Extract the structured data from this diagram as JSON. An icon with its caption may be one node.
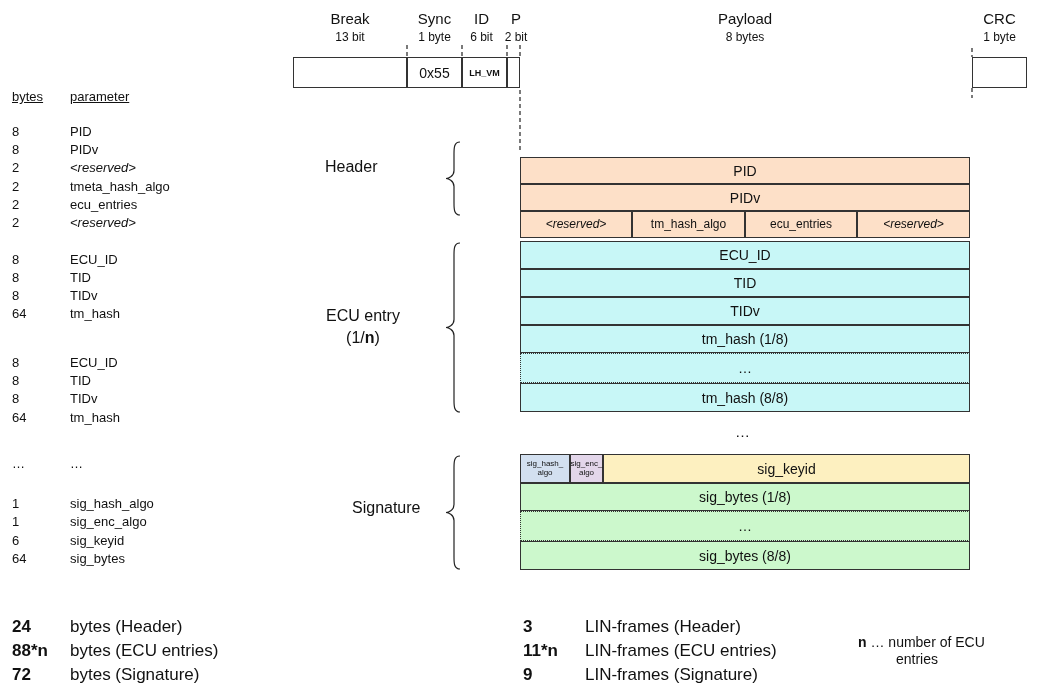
{
  "diagram": {
    "nodes": [
      {
        "text": [
          "Break",
          "13 bit"
        ]
      },
      {
        "text": [
          "Sync",
          "1 byte",
          "0x55"
        ]
      },
      {
        "text": [
          "ID",
          "6 bit",
          "LH_VM"
        ]
      },
      {
        "text": [
          "P",
          "2 bit"
        ]
      },
      {
        "text": [
          "CRC",
          "1 byte"
        ]
      },
      {
        "text": [
          "PID"
        ]
      },
      {
        "text": [
          "PIDv"
        ]
      },
      {
        "text": [
          "<reserved>"
        ]
      },
      {
        "text": [
          "tm_hash_algo"
        ]
      },
      {
        "text": [
          "ecu_entries"
        ]
      },
      {
        "text": [
          "<reserved>"
        ]
      },
      {
        "text": [
          "ECU_ID"
        ]
      },
      {
        "text": [
          "TID"
        ]
      },
      {
        "text": [
          "TIDv"
        ]
      },
      {
        "text": [
          "tm_hash (1/8)"
        ]
      },
      {
        "text": [
          "…"
        ]
      },
      {
        "text": [
          "tm_hash (8/8)"
        ]
      },
      {
        "text": [
          "sig_hash_ algo"
        ]
      },
      {
        "text": [
          "sig_enc_ algo"
        ]
      },
      {
        "text": [
          "sig_keyid"
        ]
      },
      {
        "text": [
          "sig_bytes (1/8)"
        ]
      },
      {
        "text": [
          "…"
        ]
      },
      {
        "text": [
          "sig_bytes (8/8)"
        ]
      }
    ],
    "edges": [],
    "labels": [
      "Payload",
      "8 bytes",
      "bytes",
      "parameter",
      "8",
      "PID",
      "8",
      "PIDv",
      "2",
      "<reserved>",
      "2",
      "tmeta_hash_algo",
      "2",
      "ecu_entries",
      "2",
      "<reserved>",
      "8",
      "ECU_ID",
      "8",
      "TID",
      "8",
      "TIDv",
      "64",
      "tm_hash",
      "8",
      "ECU_ID",
      "8",
      "TID",
      "8",
      "TIDv",
      "64",
      "tm_hash",
      "…",
      "…",
      "1",
      "sig_hash_algo",
      "1",
      "sig_enc_algo",
      "6",
      "sig_keyid",
      "64",
      "sig_bytes",
      "Header",
      "ECU entry (1/**n**)",
      "Signature",
      "…",
      "24",
      "bytes (Header)",
      "88*n",
      "bytes (ECU entries)",
      "72",
      "bytes (Signature)",
      "3",
      "LIN-frames (Header)",
      "11*n",
      "LIN-frames (ECU entries)",
      "9",
      "LIN-frames (Signature)",
      "**n** … number of ECU entries"
    ]
  }
}
